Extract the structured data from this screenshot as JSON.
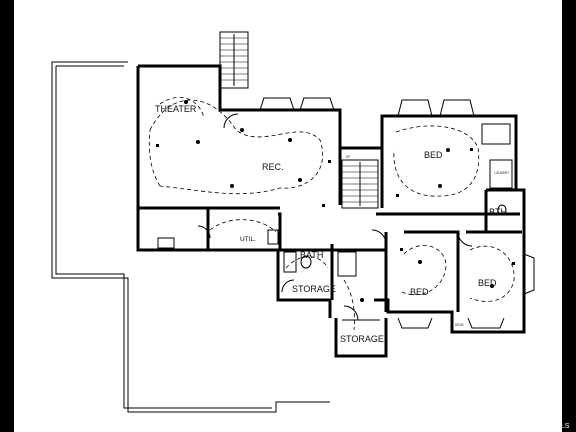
{
  "rooms": {
    "theater": "THEATER",
    "rec": "REC.",
    "bed_upper": "BED",
    "bed_lower_left": "BED",
    "bed_lower_right": "BED",
    "bath_center": "BATH",
    "bath_right": "BTH",
    "storage_center": "STORAGE",
    "storage_bottom": "STORAGE",
    "util": "UTIL."
  },
  "watermark": "MLS"
}
